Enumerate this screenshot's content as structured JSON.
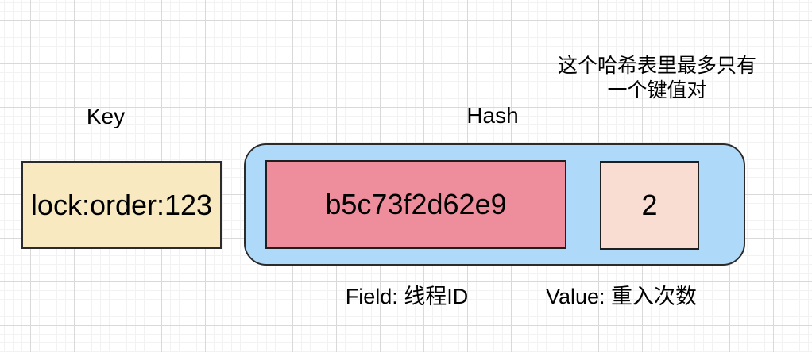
{
  "canvas": {
    "background": "#ffffff",
    "grid_minor_color": "#f2f2f2",
    "grid_major_color": "#d9d9d9"
  },
  "labels": {
    "key_heading": "Key",
    "hash_heading": "Hash",
    "annotation_line1": "这个哈希表里最多只有",
    "annotation_line2": "一个键值对",
    "field_caption": "Field: 线程ID",
    "value_caption": "Value: 重入次数"
  },
  "nodes": {
    "key_box": {
      "text": "lock:order:123",
      "fill": "#f8e9c0",
      "border": "#2b2b2b"
    },
    "hash_container": {
      "fill": "#afd9f8",
      "border": "#2b2b2b"
    },
    "field_box": {
      "text": "b5c73f2d62e9",
      "fill": "#ee8e9c",
      "border": "#1f1f1f"
    },
    "value_box": {
      "text": "2",
      "fill": "#f9dcd2",
      "border": "#1f1f1f"
    }
  }
}
